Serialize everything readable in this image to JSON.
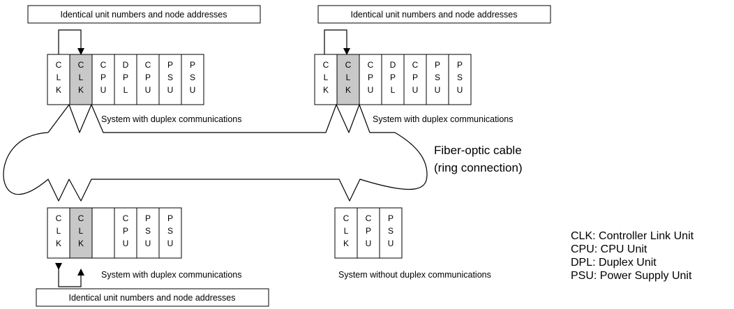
{
  "callouts": [
    "Identical unit numbers and node addresses",
    "Identical unit numbers and node addresses",
    "Identical unit numbers and node addresses"
  ],
  "systems": [
    {
      "caption": "System with duplex communications",
      "units": [
        {
          "letters": [
            "C",
            "L",
            "K"
          ],
          "shaded": false
        },
        {
          "letters": [
            "C",
            "L",
            "K"
          ],
          "shaded": true
        },
        {
          "letters": [
            "C",
            "P",
            "U"
          ],
          "shaded": false
        },
        {
          "letters": [
            "D",
            "P",
            "L"
          ],
          "shaded": false
        },
        {
          "letters": [
            "C",
            "P",
            "U"
          ],
          "shaded": false
        },
        {
          "letters": [
            "P",
            "S",
            "U"
          ],
          "shaded": false
        },
        {
          "letters": [
            "P",
            "S",
            "U"
          ],
          "shaded": false
        }
      ]
    },
    {
      "caption": "System with duplex communications",
      "units": [
        {
          "letters": [
            "C",
            "L",
            "K"
          ],
          "shaded": false
        },
        {
          "letters": [
            "C",
            "L",
            "K"
          ],
          "shaded": true
        },
        {
          "letters": [
            "C",
            "P",
            "U"
          ],
          "shaded": false
        },
        {
          "letters": [
            "D",
            "P",
            "L"
          ],
          "shaded": false
        },
        {
          "letters": [
            "C",
            "P",
            "U"
          ],
          "shaded": false
        },
        {
          "letters": [
            "P",
            "S",
            "U"
          ],
          "shaded": false
        },
        {
          "letters": [
            "P",
            "S",
            "U"
          ],
          "shaded": false
        }
      ]
    },
    {
      "caption": "System with duplex communications",
      "units": [
        {
          "letters": [
            "C",
            "L",
            "K"
          ],
          "shaded": false
        },
        {
          "letters": [
            "C",
            "L",
            "K"
          ],
          "shaded": true
        },
        {
          "letters": [],
          "shaded": false
        },
        {
          "letters": [
            "C",
            "P",
            "U"
          ],
          "shaded": false
        },
        {
          "letters": [
            "P",
            "S",
            "U"
          ],
          "shaded": false
        },
        {
          "letters": [
            "P",
            "S",
            "U"
          ],
          "shaded": false
        }
      ]
    },
    {
      "caption": "System without duplex communications",
      "units": [
        {
          "letters": [
            "C",
            "L",
            "K"
          ],
          "shaded": false
        },
        {
          "letters": [
            "C",
            "P",
            "U"
          ],
          "shaded": false
        },
        {
          "letters": [
            "P",
            "S",
            "U"
          ],
          "shaded": false
        }
      ]
    }
  ],
  "cable_label": [
    "Fiber-optic cable",
    "(ring connection)"
  ],
  "legend": [
    "CLK: Controller Link Unit",
    "CPU: CPU Unit",
    "DPL: Duplex Unit",
    "PSU: Power Supply Unit"
  ],
  "colors": {
    "shaded_unit": "#c8c8c8",
    "line": "#000000",
    "background": "#ffffff"
  }
}
